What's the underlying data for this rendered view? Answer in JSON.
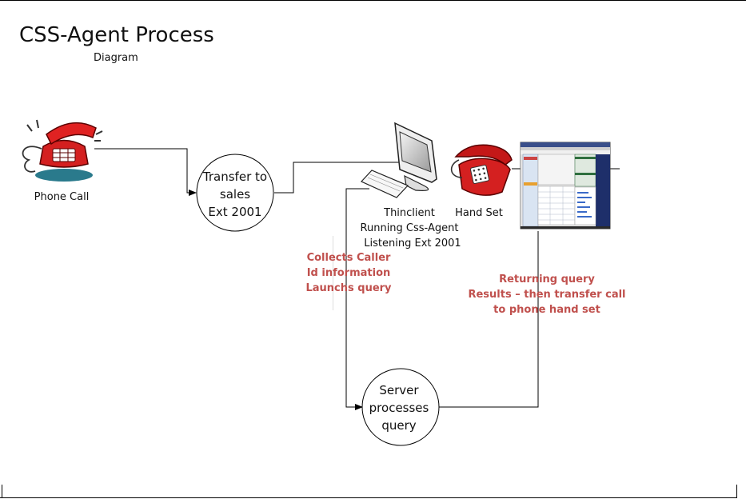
{
  "title": "CSS-Agent Process",
  "subtitle": "Diagram",
  "nodes": {
    "phone_call": {
      "label": "Phone Call"
    },
    "transfer": {
      "lines": [
        "Transfer to",
        "sales",
        "Ext 2001"
      ]
    },
    "thinclient": {
      "lines": [
        "Thinclient",
        "Running Css-Agent",
        "Listening Ext 2001"
      ]
    },
    "handset": {
      "label": "Hand Set"
    },
    "server": {
      "lines": [
        "Server",
        "processes",
        "query"
      ]
    }
  },
  "annotations": {
    "collects": [
      "Collects Caller",
      "Id information",
      "Launchs query"
    ],
    "returning": [
      "Returning query",
      "Results – then transfer call",
      "to phone hand set"
    ]
  },
  "icons": {
    "phone_call": "ringing-telephone-icon",
    "computer": "computer-monitor-icon",
    "handset": "desk-telephone-icon",
    "screen": "application-screenshot-icon"
  },
  "colors": {
    "annotation": "#c0504d",
    "phone_red": "#d42020",
    "line": "#000000"
  }
}
